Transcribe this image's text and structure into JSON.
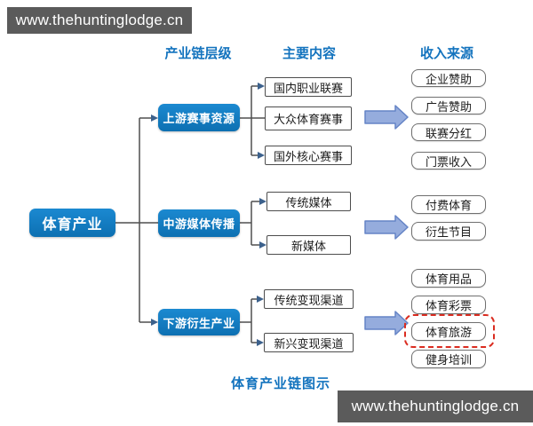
{
  "watermarks": {
    "top": "www.thehuntinglodge.cn",
    "bottom": "www.thehuntinglodge.cn"
  },
  "caption": "体育产业链图示",
  "columns": {
    "level": "产业链层级",
    "content": "主要内容",
    "income": "收入来源"
  },
  "root": "体育产业",
  "sections": [
    {
      "level": "上游赛事资源",
      "contents": [
        "国内职业联赛",
        "大众体育赛事",
        "国外核心赛事"
      ],
      "incomes": [
        "企业赞助",
        "广告赞助",
        "联赛分红",
        "门票收入"
      ]
    },
    {
      "level": "中游媒体传播",
      "contents": [
        "传统媒体",
        "新媒体"
      ],
      "incomes": [
        "付费体育",
        "衍生节目"
      ]
    },
    {
      "level": "下游衍生产业",
      "contents": [
        "传统变现渠道",
        "新兴变现渠道"
      ],
      "incomes": [
        "体育用品",
        "体育彩票",
        "体育旅游",
        "健身培训"
      ],
      "highlighted": "体育旅游"
    }
  ],
  "colors": {
    "node_blue": "#107cc4",
    "header_blue": "#1373be",
    "arrow_fill": "#95acdd",
    "arrow_border": "#6584c6",
    "banner_gray": "#5b5b5b",
    "highlight_red": "#da2c20",
    "line": "#4f4f4f"
  }
}
